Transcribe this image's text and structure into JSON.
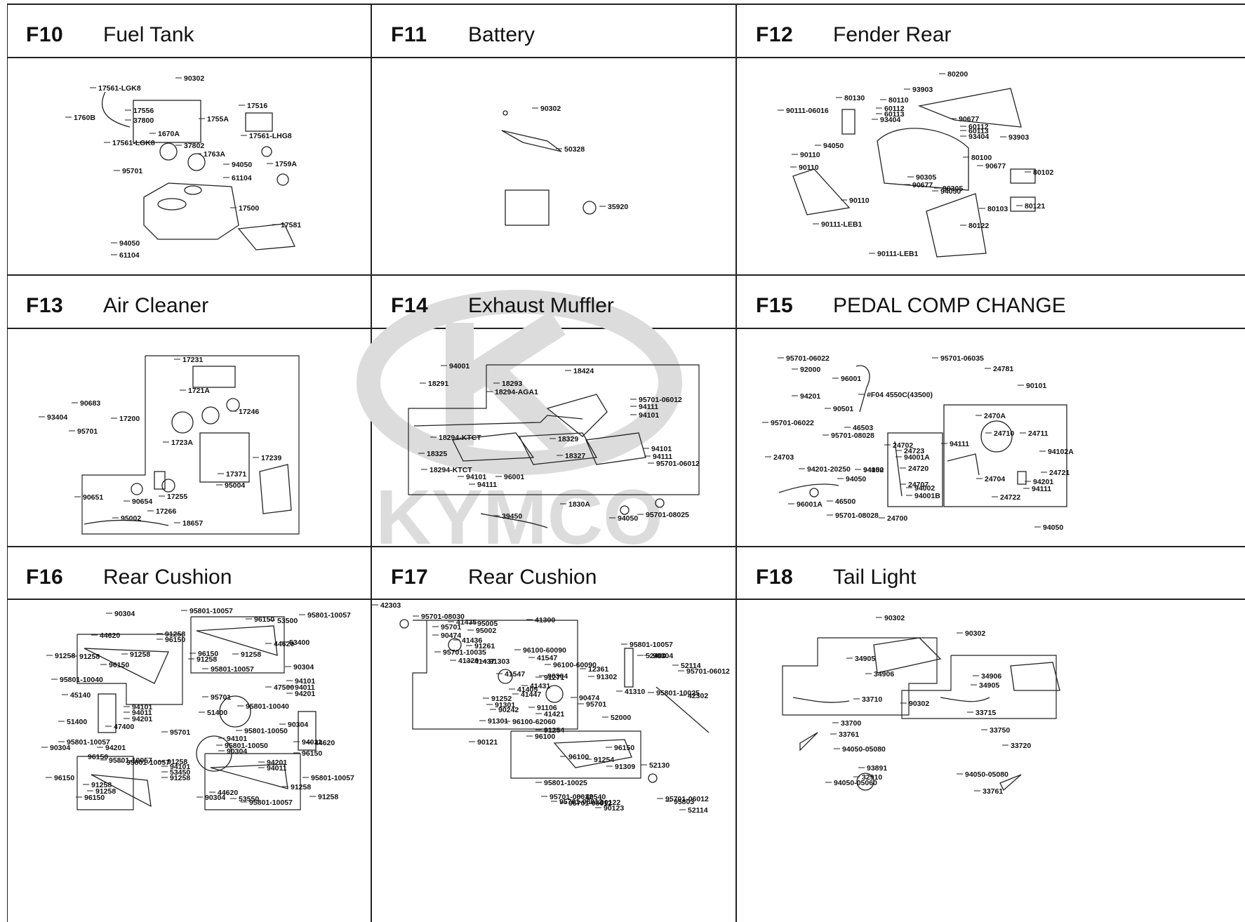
{
  "watermark": {
    "text": "KYMCO",
    "color": "#d8d8d8"
  },
  "panels": [
    {
      "code": "F10",
      "title": "Fuel Tank",
      "labels": [
        "90302",
        "17561-LGK8",
        "17556",
        "37800",
        "1755A",
        "1760B",
        "1670A",
        "17516",
        "17561-LHG8",
        "17561-LGK8",
        "37802",
        "1763A",
        "1759A",
        "94050",
        "61104",
        "95701",
        "17500",
        "17581",
        "94050",
        "61104"
      ]
    },
    {
      "code": "F11",
      "title": "Battery",
      "labels": [
        "90302",
        "50328",
        "35920"
      ]
    },
    {
      "code": "F12",
      "title": "Fender Rear",
      "labels": [
        "80200",
        "93903",
        "80130",
        "80110",
        "60112",
        "60113",
        "93404",
        "90111-06016",
        "90677",
        "60112",
        "60113",
        "93404",
        "93903",
        "94050",
        "90110",
        "80100",
        "90110",
        "90677",
        "90305",
        "80102",
        "90677",
        "90305",
        "94050",
        "80121",
        "90110",
        "80103",
        "90111-LEB1",
        "80122",
        "90111-LEB1"
      ]
    },
    {
      "code": "F13",
      "title": "Air Cleaner",
      "labels": [
        "17231",
        "1721A",
        "17246",
        "90683",
        "93404",
        "17200",
        "95701",
        "1723A",
        "17239",
        "17371",
        "95004",
        "90651",
        "90654",
        "17255",
        "17266",
        "95002",
        "18657"
      ]
    },
    {
      "code": "F14",
      "title": "Exhaust Muffler",
      "labels": [
        "94001",
        "18424",
        "18291",
        "18293",
        "18294-AGA1",
        "95701-06012",
        "94111",
        "94101",
        "18294-KTCT",
        "18329",
        "18325",
        "18327",
        "94101",
        "94111",
        "95701-06012",
        "18294-KTCT",
        "94101",
        "96001",
        "94111",
        "1830A",
        "39450",
        "94050",
        "95701-08025"
      ]
    },
    {
      "code": "F15",
      "title": "PEDAL COMP CHANGE",
      "labels": [
        "95701-06022",
        "95701-06035",
        "92000",
        "24781",
        "96001",
        "90101",
        "94201",
        "#F04 4550C(43500)",
        "90501",
        "95701-06022",
        "46503",
        "2470A",
        "95701-08028",
        "24710",
        "24702",
        "24723",
        "94001A",
        "94111",
        "24711",
        "94102A",
        "24703",
        "94201-20250",
        "94102",
        "24720",
        "24721",
        "24704",
        "94050",
        "94201",
        "24707",
        "94111",
        "94002",
        "94001B",
        "24722",
        "96001A",
        "46500",
        "95701-08028",
        "24700",
        "94050",
        "94050"
      ]
    },
    {
      "code": "F16",
      "title": "Rear Cushion",
      "labels": [
        "90304",
        "95801-10057",
        "95801-10057",
        "44620",
        "91258",
        "96150",
        "91258",
        "96150",
        "53500",
        "53400",
        "91258",
        "91258",
        "96150",
        "44620",
        "96150",
        "91258",
        "91258",
        "95801-10057",
        "90304",
        "95801-10040",
        "95701",
        "47500",
        "94101",
        "94011",
        "94201",
        "94101",
        "94011",
        "94201",
        "95801-10040",
        "45140",
        "51400",
        "51400",
        "90304",
        "47400",
        "95701",
        "95801-10050",
        "95801-10057",
        "94201",
        "94011",
        "94101",
        "95801-10050",
        "90304",
        "90304",
        "44620",
        "91258",
        "96150",
        "95801-10057",
        "95801-10057",
        "91258",
        "96150",
        "94201",
        "94011",
        "94101",
        "53450",
        "91258",
        "96150",
        "91258",
        "91258",
        "96150",
        "44620",
        "53550",
        "91258",
        "95801-10057",
        "90304",
        "95801-10057"
      ]
    },
    {
      "code": "F17",
      "title": "Rear Cushion",
      "labels": [
        "42303",
        "95701-08030",
        "41435",
        "95005",
        "95701",
        "95002",
        "90474",
        "41300",
        "41436",
        "91261",
        "96100-60090",
        "95701-10035",
        "41320",
        "41437",
        "91303",
        "41547",
        "95801-10057",
        "52400",
        "90304",
        "96100-60090",
        "52114",
        "12361",
        "95701-06012",
        "41547",
        "91271",
        "91302",
        "90304",
        "41431",
        "41310",
        "95801-10025",
        "42302",
        "41405",
        "41447",
        "90474",
        "91252",
        "91301",
        "95701",
        "90242",
        "91106",
        "41421",
        "91301",
        "96100-62060",
        "52000",
        "90121",
        "91254",
        "96100",
        "96100",
        "91254",
        "96150",
        "91309",
        "95801-10025",
        "52130",
        "95701-08012",
        "40540",
        "95701-08012",
        "95701-08012",
        "90122",
        "95701-06012",
        "90123",
        "95803",
        "52114"
      ]
    },
    {
      "code": "F18",
      "title": "Tail Light",
      "labels": [
        "90302",
        "90302",
        "34905",
        "34906",
        "34906",
        "34905",
        "33710",
        "90302",
        "33715",
        "33700",
        "33750",
        "33761",
        "94050-05080",
        "33720",
        "93891",
        "32910",
        "94050-05060",
        "94050-05080",
        "33761"
      ]
    }
  ]
}
